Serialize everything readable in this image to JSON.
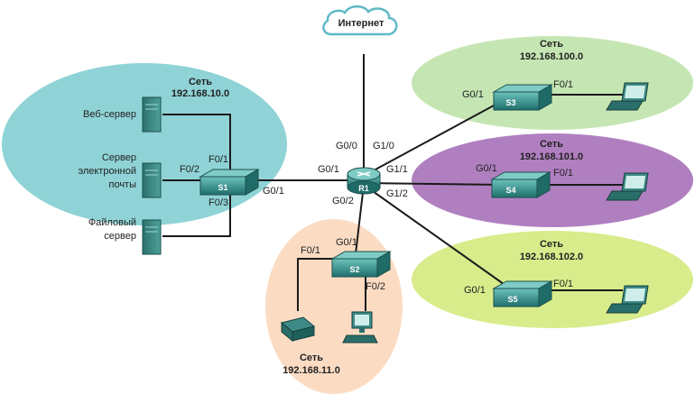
{
  "internet": {
    "label": "Интернет"
  },
  "networks": {
    "n10": {
      "title": "Сеть",
      "address": "192.168.10.0"
    },
    "n100": {
      "title": "Сеть",
      "address": "192.168.100.0"
    },
    "n101": {
      "title": "Сеть",
      "address": "192.168.101.0"
    },
    "n102": {
      "title": "Сеть",
      "address": "192.168.102.0"
    },
    "n11": {
      "title": "Сеть",
      "address": "192.168.11.0"
    }
  },
  "devices": {
    "r1": "R1",
    "s1": "S1",
    "s2": "S2",
    "s3": "S3",
    "s4": "S4",
    "s5": "S5"
  },
  "servers": {
    "web": "Веб-сервер",
    "mail_line1": "Сервер",
    "mail_line2": "электронной",
    "mail_line3": "почты",
    "file_line1": "Файловый",
    "file_line2": "сервер"
  },
  "ports": {
    "r1_g00": "G0/0",
    "r1_g10": "G1/0",
    "r1_g01": "G0/1",
    "r1_g11": "G1/1",
    "r1_g12": "G1/2",
    "r1_g02": "G0/2",
    "s1_f01": "F0/1",
    "s1_f02": "F0/2",
    "s1_f03": "F0/3",
    "s1_g01": "G0/1",
    "s2_g01": "G0/1",
    "s2_f01": "F0/1",
    "s2_f02": "F0/2",
    "s3_g01": "G0/1",
    "s3_f01": "F0/1",
    "s4_g01": "G0/1",
    "s4_f01": "F0/1",
    "s5_g01": "G0/1",
    "s5_f01": "F0/1"
  },
  "colors": {
    "net10": "#8fd3d6",
    "net100": "#c5e6b3",
    "net101": "#b07fc0",
    "net102": "#d9ec8c",
    "net11": "#fbdcc3",
    "device": "#2f8f8f",
    "device_top": "#5ab7b3",
    "server": "#3d8a86"
  }
}
